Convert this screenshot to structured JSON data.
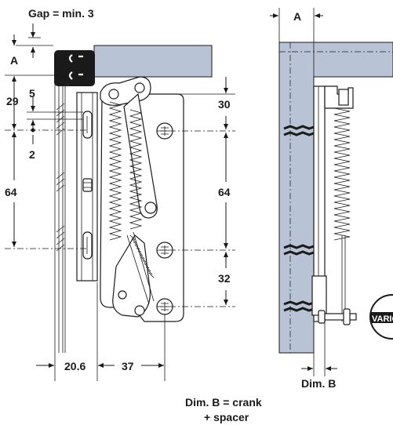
{
  "labels": {
    "gap": "Gap = min. 3",
    "a_left": "A",
    "a_right": "A",
    "d29": "29",
    "d5": "5",
    "d2": "2",
    "d64_left": "64",
    "d30": "30",
    "d64_right": "64",
    "d32": "32",
    "d20_6": "20.6",
    "d37": "37",
    "dim_b": "Dim. B",
    "note_line1": "Dim. B = crank",
    "note_line2": "+ spacer"
  },
  "logo": {
    "text": "VARIO"
  },
  "colors": {
    "cabinet": "#b9c3d6",
    "line": "#1a1a1a",
    "background": "#ffffff"
  }
}
